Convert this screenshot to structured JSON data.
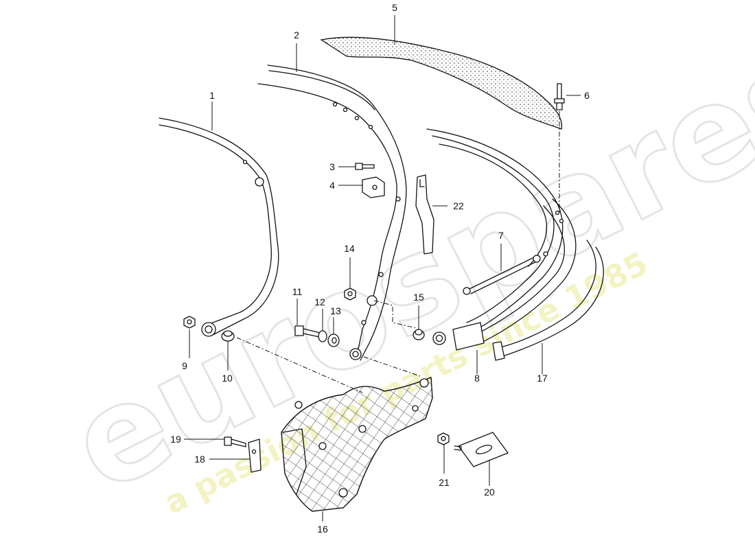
{
  "watermark": {
    "brand": "eurospares",
    "tagline": "a passion for parts since 1985"
  },
  "callouts": [
    "1",
    "2",
    "3",
    "4",
    "5",
    "6",
    "7",
    "8",
    "9",
    "10",
    "11",
    "12",
    "13",
    "14",
    "15",
    "16",
    "17",
    "18",
    "19",
    "20",
    "21",
    "22"
  ]
}
